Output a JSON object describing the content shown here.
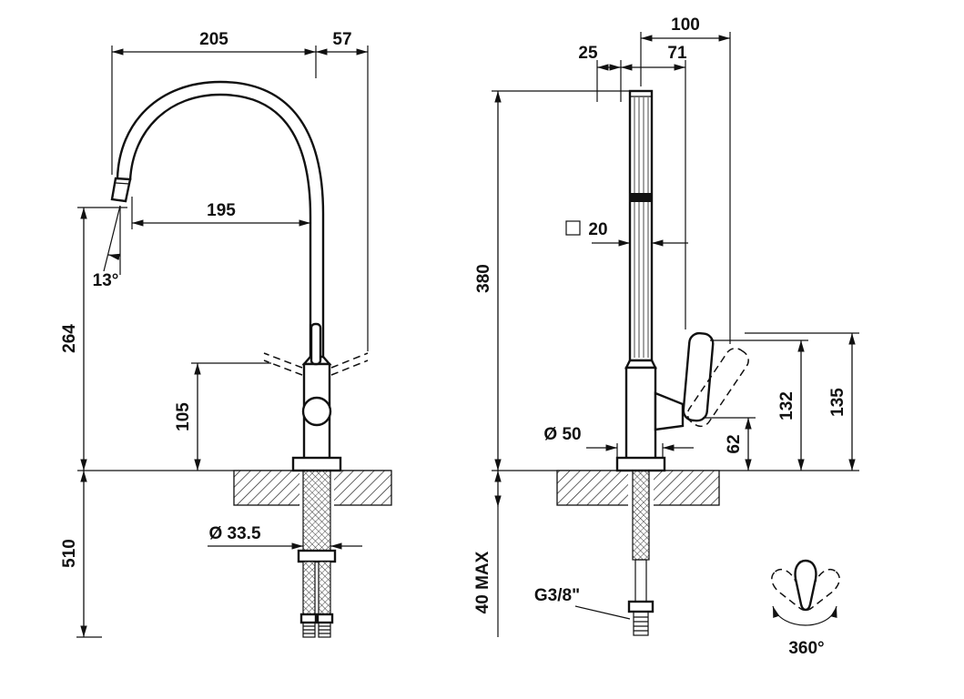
{
  "meta": {
    "drawing_type": "faucet dimensional drawing",
    "ink_color": "#111111",
    "background_color": "#ffffff"
  },
  "side_view": {
    "dim_spout_reach": "205",
    "dim_handle_overhang": "57",
    "dim_outlet_offset": "195",
    "angle_spout": "13°",
    "dim_outlet_height": "264",
    "dim_handle_height": "105",
    "dim_hose_length": "510",
    "dia_shank": "Ø 33.5"
  },
  "front_view": {
    "dim_handle_reach_max": "100",
    "dim_offset_left": "25",
    "dim_handle_reach": "71",
    "dim_body_height": "380",
    "square_section": "20",
    "dia_base": "Ø 50",
    "dim_handle_bottom": "62",
    "dim_handle_top": "132",
    "dim_handle_max": "135",
    "dim_deck_thickness": "40 MAX",
    "thread_label": "G3/8\"",
    "swivel_label": "360°"
  }
}
